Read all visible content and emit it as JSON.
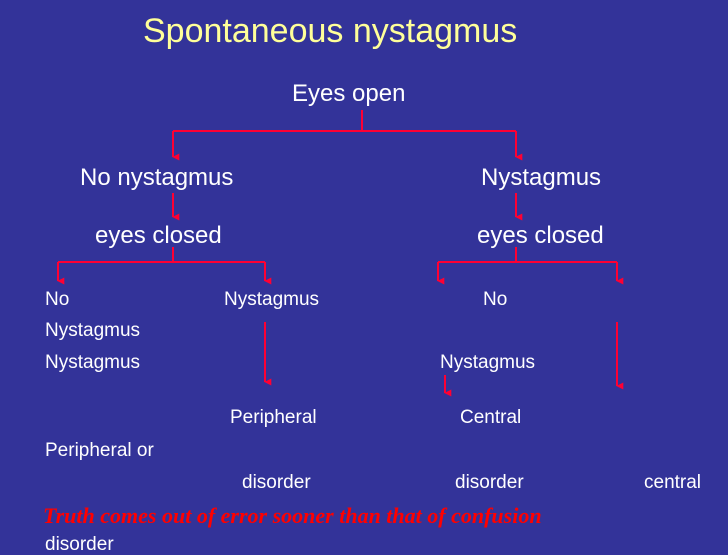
{
  "title": "Spontaneous nystagmus",
  "root": "Eyes open",
  "branches": {
    "left": {
      "label": "No nystagmus",
      "sub": "eyes closed"
    },
    "right": {
      "label": "Nystagmus",
      "sub": "eyes closed"
    }
  },
  "leaves": {
    "ll_line1": "No",
    "ll_line2": "Nystagmus",
    "ll_line3": "Nystagmus",
    "lr": "Nystagmus",
    "rl_line1": "No",
    "rl_line2": "Nystagmus"
  },
  "outcomes": {
    "peripheral": "Peripheral",
    "central": "Central",
    "peripheral_or": "Peripheral or",
    "disorder_1": "disorder",
    "disorder_2": "disorder",
    "central_2": "central",
    "disorder_3": "disorder"
  },
  "quote": "Truth comes out of error sooner than that of confusion",
  "colors": {
    "background": "#333399",
    "title": "#ffff99",
    "arrow": "#ff0033",
    "quote": "#ff0000",
    "text": "#ffffff"
  }
}
